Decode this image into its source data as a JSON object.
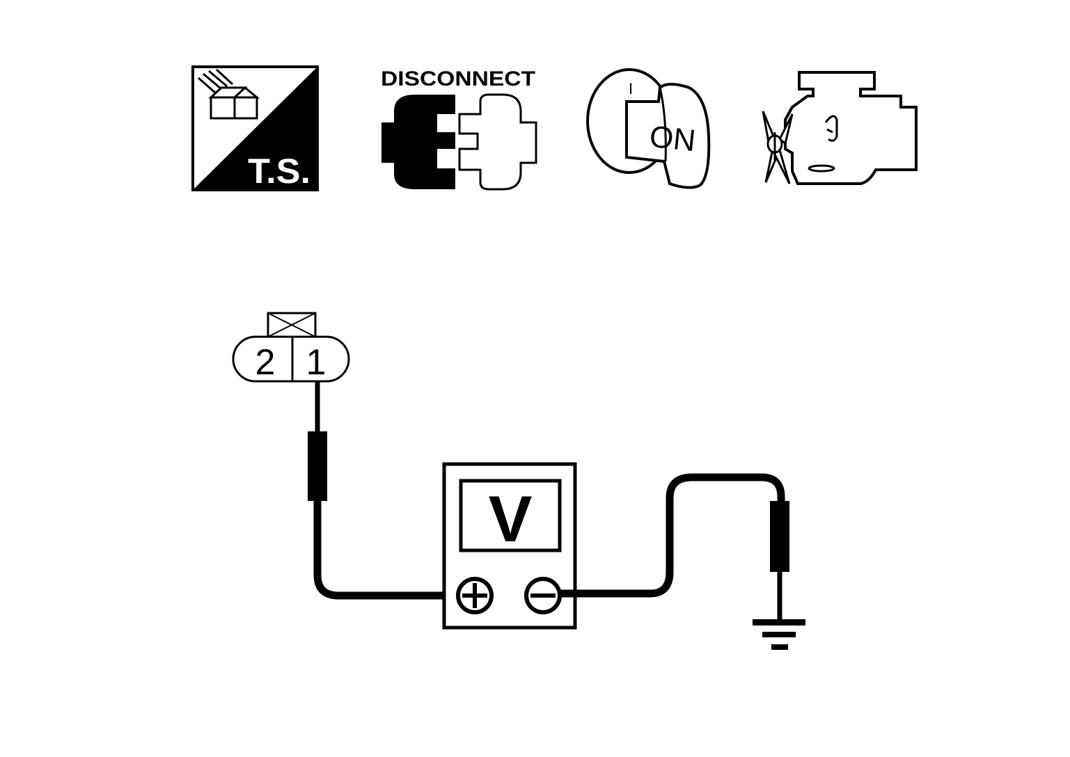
{
  "icons": {
    "troubleshooting": {
      "text": "T.S.",
      "icon": "troubleshooting-icon"
    },
    "disconnect": {
      "text": "DISCONNECT",
      "icon": "disconnect-connector-icon"
    },
    "ignition": {
      "text": "ON",
      "mark": "I",
      "icon": "ignition-key-icon"
    },
    "engine": {
      "icon": "engine-icon"
    }
  },
  "connector": {
    "pin_left": "2",
    "pin_right": "1"
  },
  "meter": {
    "label": "V"
  },
  "colors": {
    "ink": "#000000",
    "paper": "#ffffff"
  }
}
